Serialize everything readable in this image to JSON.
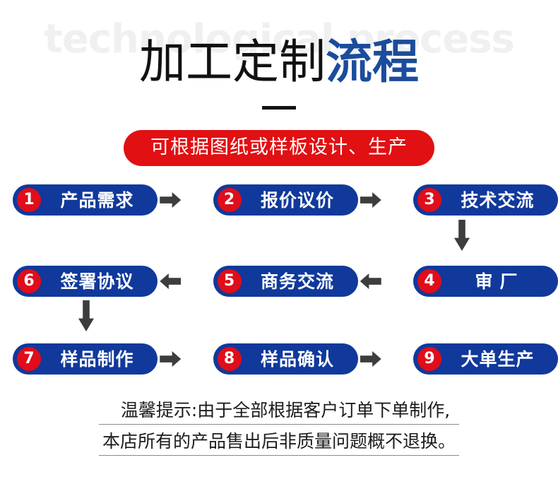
{
  "header": {
    "watermark": "technological process",
    "title_main": "加工定制",
    "title_accent": "流程",
    "title_blue_hex": "#1B4C9C",
    "divider_icon": "horizontal-dash"
  },
  "banner": {
    "text": "可根据图纸或样板设计、生产",
    "background_hex": "#E11013",
    "text_hex": "#FFFFFF"
  },
  "flow": {
    "pill_hex": "#10399B",
    "number_badge_hex": "#E00D1A",
    "arrow_hex": "#3D3D3D",
    "steps": [
      {
        "number": "1",
        "label": "产品需求"
      },
      {
        "number": "2",
        "label": "报价议价"
      },
      {
        "number": "3",
        "label": "技术交流"
      },
      {
        "number": "4",
        "label": "审厂"
      },
      {
        "number": "5",
        "label": "商务交流"
      },
      {
        "number": "6",
        "label": "签署协议"
      },
      {
        "number": "7",
        "label": "样品制作"
      },
      {
        "number": "8",
        "label": "样品确认"
      },
      {
        "number": "9",
        "label": "大单生产"
      }
    ],
    "connectors": [
      {
        "name": "arrow-right-1-to-2",
        "direction": "right"
      },
      {
        "name": "arrow-right-2-to-3",
        "direction": "right"
      },
      {
        "name": "arrow-down-3-to-4",
        "direction": "down"
      },
      {
        "name": "arrow-left-4-to-5",
        "direction": "left"
      },
      {
        "name": "arrow-left-5-to-6",
        "direction": "left"
      },
      {
        "name": "arrow-down-6-to-7",
        "direction": "down"
      },
      {
        "name": "arrow-right-7-to-8",
        "direction": "right"
      },
      {
        "name": "arrow-right-8-to-9",
        "direction": "right"
      }
    ]
  },
  "note": {
    "line1": "温馨提示:由于全部根据客户订单下单制作,",
    "line2": "本店所有的产品售出后非质量问题概不退换。"
  }
}
